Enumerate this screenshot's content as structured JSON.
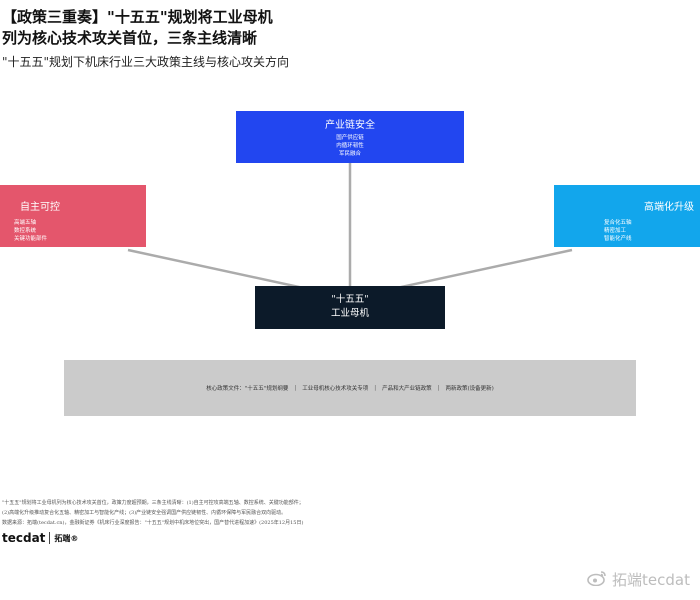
{
  "title": {
    "line1": "【政策三重奏】\"十五五\"规划将工业母机",
    "line2": "列为核心技术攻关首位，三条主线清晰"
  },
  "subtitle": "\"十五五\"规划下机床行业三大政策主线与核心攻关方向",
  "diagram": {
    "center": {
      "line1": "\"十五五\"",
      "line2": "工业母机",
      "color": "#0c1a29"
    },
    "top": {
      "title": "产业链安全",
      "items": [
        "国产供应链",
        "内循环韧性",
        "军民融合"
      ],
      "color": "#2246f0"
    },
    "left": {
      "title": "自主可控",
      "items": [
        "高端五轴",
        "数控系统",
        "关键功能部件"
      ],
      "color": "#e4566c"
    },
    "right": {
      "title": "高端化升级",
      "items": [
        "复合化五轴",
        "精密加工",
        "智能化产线"
      ],
      "color": "#12a6ec"
    }
  },
  "policy": {
    "items": [
      "核心政策文件：\"十五五\"规划纲要",
      "工业母机核心技术攻关专项",
      "产品和大产业链政策",
      "两新政策(设备更新)"
    ],
    "separator": "|"
  },
  "footnote": {
    "line1": "\"十五五\"规划将工业母机列为核心技术攻关首位，政策力度超预期，三条主线清晰：(1)自主可控攻高端五轴、数控系统、关键功能部件；",
    "line2": "(2)高端化升级推动复合化五轴、精密加工与智能化产线；(3)产业链安全强调国产供应链韧性、内循环保障与军民融合双向驱动。",
    "line3": "数据来源：拓端(tecdat.cn)，金融街证券《机床行业深度报告：\"十五五\"规划中机床地位突出，国产替代进程加速》(2025年12月15日)"
  },
  "logo": {
    "mark": "tecdat",
    "cn": "拓端®"
  },
  "watermark": "拓端tecdat"
}
